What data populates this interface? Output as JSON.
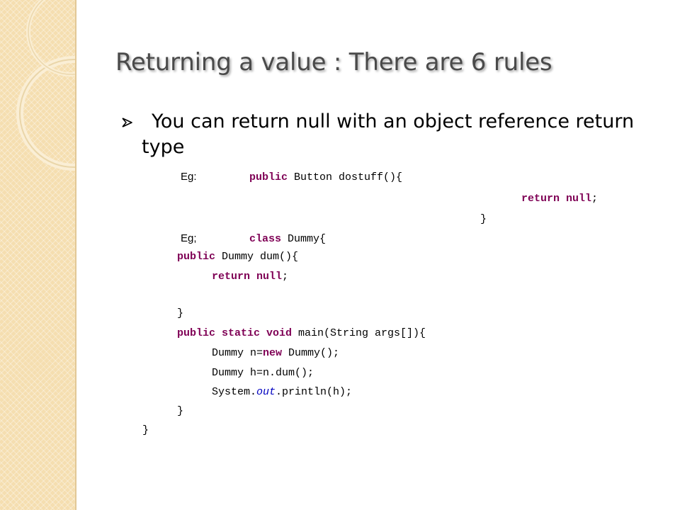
{
  "slide": {
    "title": "Returning a value : There are 6 rules",
    "bullet": "You can return null with an object reference return type"
  },
  "code": {
    "eg1_label": "Eg:",
    "eg2_label": "Eg;",
    "l1_kw": "public",
    "l1_rest": " Button dostuff(){",
    "l2_kw": "return null",
    "l2_rest": ";",
    "l3": "}",
    "l4_kw": "class",
    "l4_rest": " Dummy{",
    "l5_kw": "public",
    "l5_rest": " Dummy dum(){",
    "l6_kw": "return null",
    "l6_rest": ";",
    "l7": "}",
    "l8_kw": "public static void",
    "l8_rest": " main(String args[]){",
    "l9_a": "Dummy n=",
    "l9_kw": "new",
    "l9_b": " Dummy();",
    "l10": "Dummy h=n.dum();",
    "l11_a": "System.",
    "l11_it": "out",
    "l11_b": ".println(h);",
    "l12": "}",
    "l13": "}"
  },
  "theme": {
    "sidebar_color": "#f5deb0",
    "keyword_color": "#7f0055",
    "field_color": "#0000c0"
  }
}
